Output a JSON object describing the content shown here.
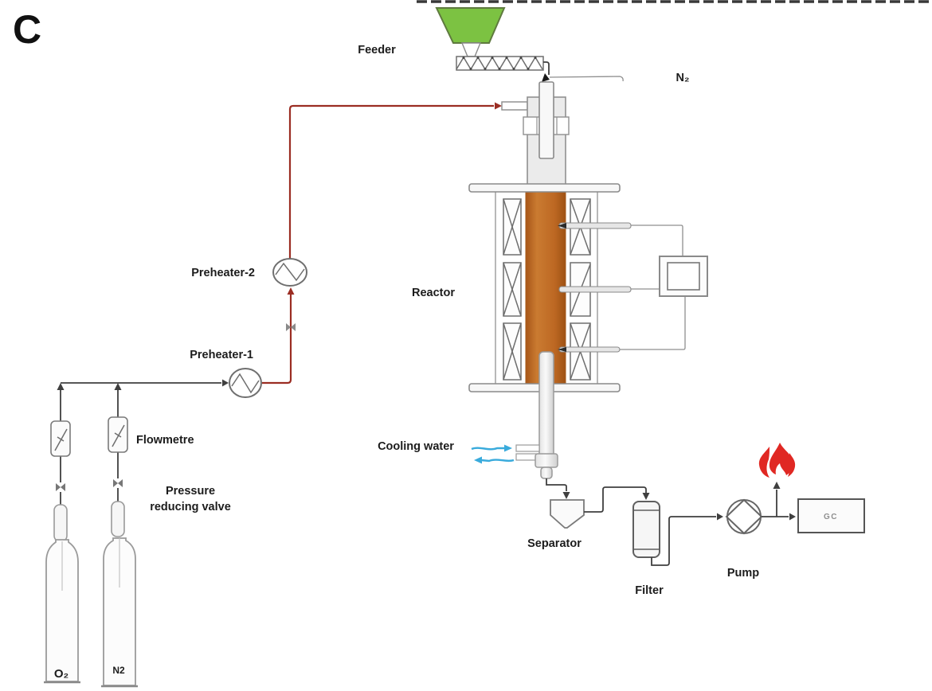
{
  "panel_label": "C",
  "labels": {
    "feeder": "Feeder",
    "n2_feed": "N₂",
    "preheater2": "Preheater-2",
    "preheater1": "Preheater-1",
    "flowmeter": "Flowmetre",
    "prv_line1": "Pressure",
    "prv_line2": "reducing valve",
    "reactor": "Reactor",
    "cooling_water": "Cooling water",
    "separator": "Separator",
    "filter": "Filter",
    "pump": "Pump",
    "gc": "GC",
    "o2_cylinder": "O₂",
    "n2_cylinder": "N2"
  },
  "colors": {
    "hot_feed_line_red": "#9b2d23",
    "flame_red": "#e02823",
    "hopper_green": "#7cc242",
    "reactor_orange": "#bf6a28",
    "cooling_water_blue": "#3aabdc",
    "process_line_gray": "#3f3f3f"
  },
  "icons": {
    "flame": "stylized-red-flame",
    "heat_exchanger": "circle-with-zigzag",
    "pump": "circle-with-inscribed-diamond",
    "control_valve": "bowtie",
    "flowmeter": "rotameter-rect-with-diagonal",
    "feeder": "green-hopper-over-screw-conveyor"
  }
}
